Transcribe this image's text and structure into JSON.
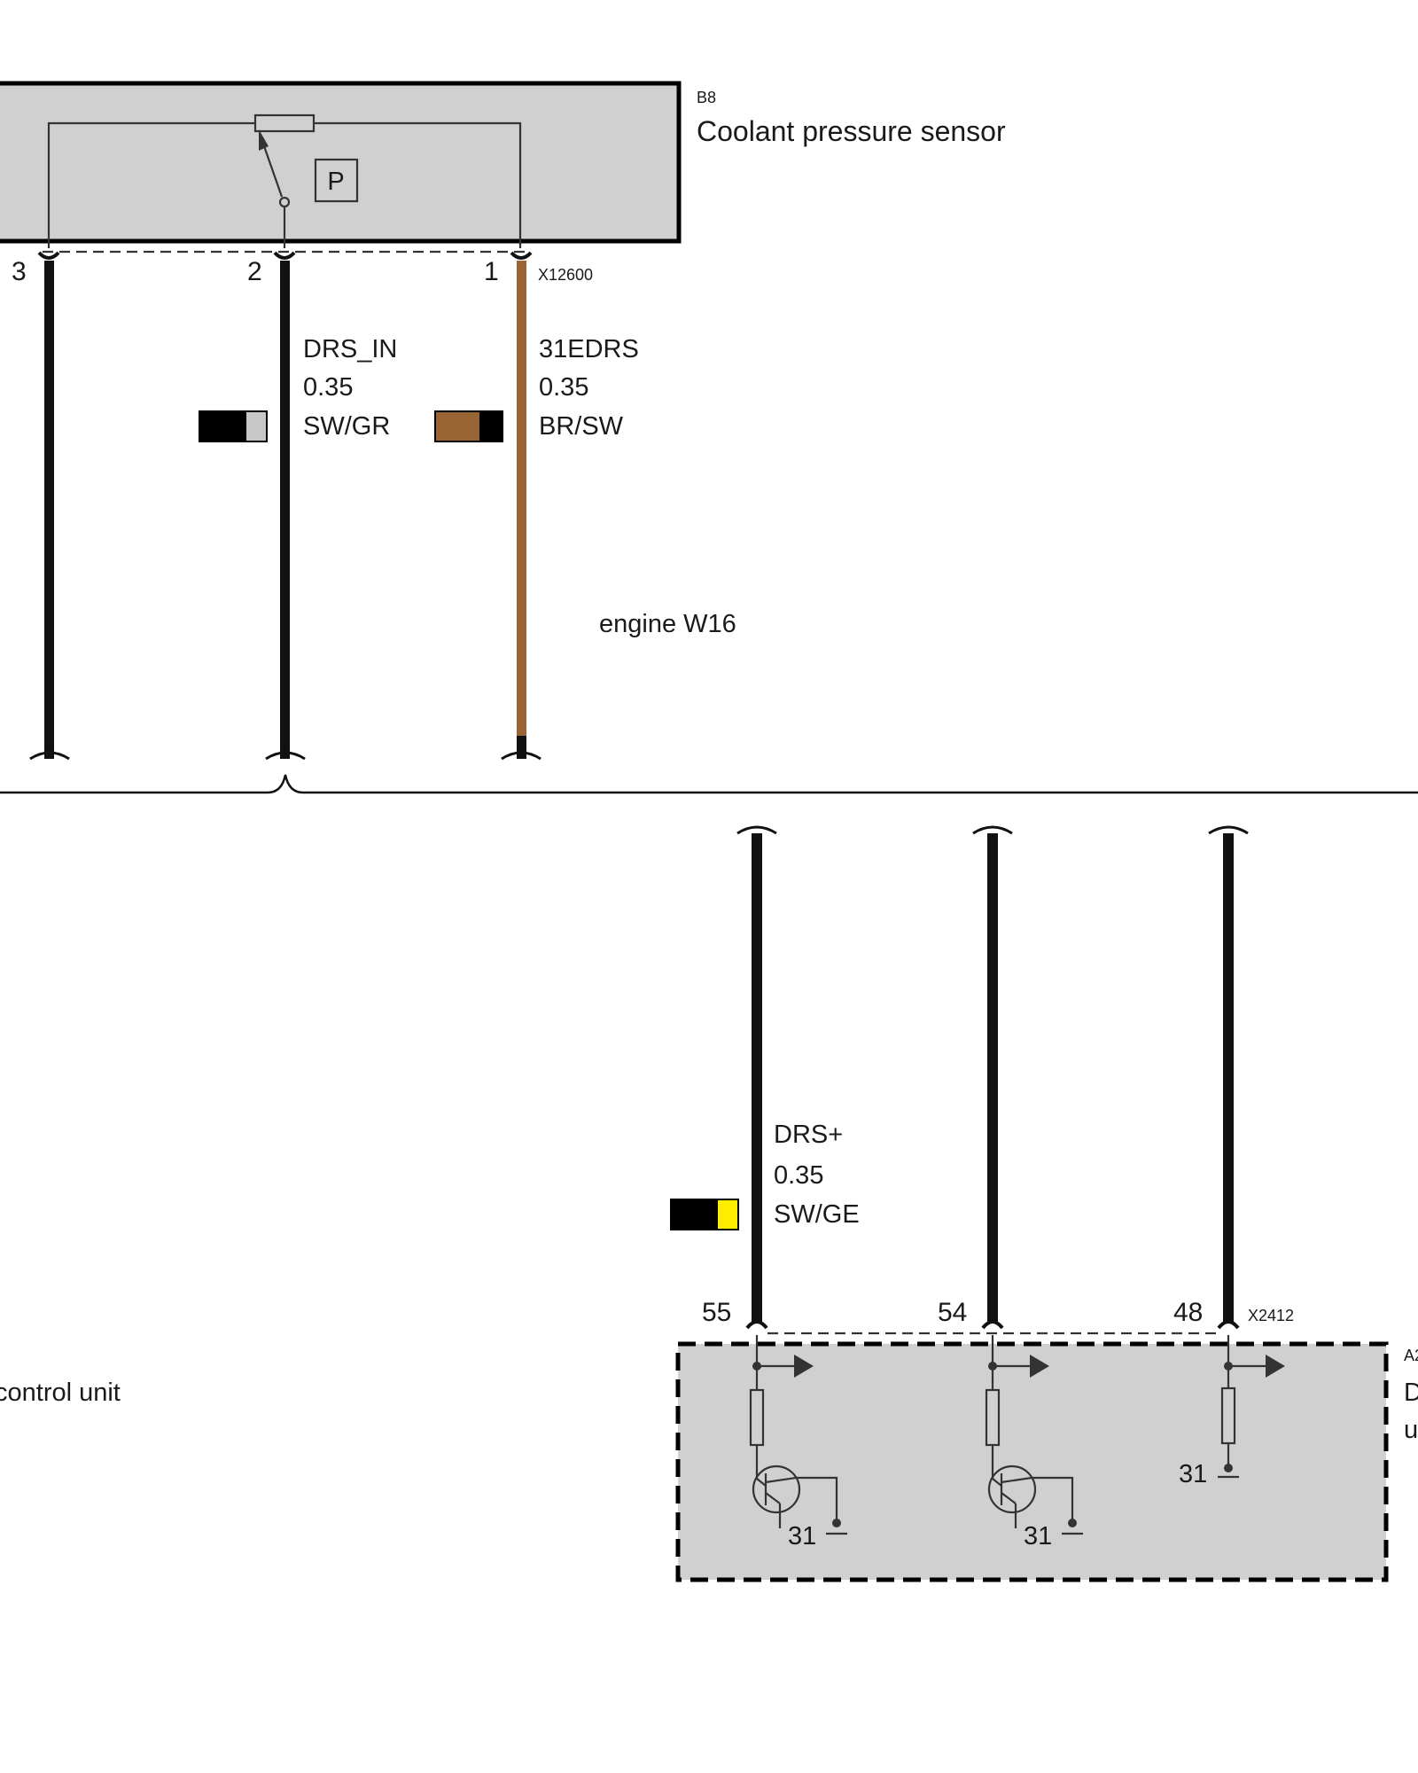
{
  "sensor": {
    "ref": "B8",
    "name": "Coolant pressure sensor",
    "symbol": "P",
    "connector": "X12600",
    "pins": [
      "3",
      "2",
      "1"
    ]
  },
  "wires_top": [
    {
      "signal": "DRS_IN",
      "gauge": "0.35",
      "color_code": "SW/GR",
      "colors": [
        "#000000",
        "#c8c8c8"
      ]
    },
    {
      "signal": "31EDRS",
      "gauge": "0.35",
      "color_code": "BR/SW",
      "colors": [
        "#9a6535",
        "#000000"
      ]
    }
  ],
  "harness": {
    "label": "engine W16"
  },
  "control_unit_left": {
    "label": "control unit"
  },
  "control_unit_right": {
    "ref": "A2",
    "label_line1": "D",
    "label_line2": "u",
    "connector": "X2412",
    "pins": [
      "55",
      "54",
      "48"
    ],
    "ground_labels": [
      "31",
      "31",
      "31"
    ]
  },
  "wire_bottom": {
    "signal": "DRS+",
    "gauge": "0.35",
    "color_code": "SW/GE",
    "colors": [
      "#000000",
      "#ffee00"
    ]
  },
  "colors": {
    "box_fill": "#d0d0d0",
    "wire_black": "#111111",
    "wire_brown": "#9a6535",
    "line": "#333333"
  }
}
